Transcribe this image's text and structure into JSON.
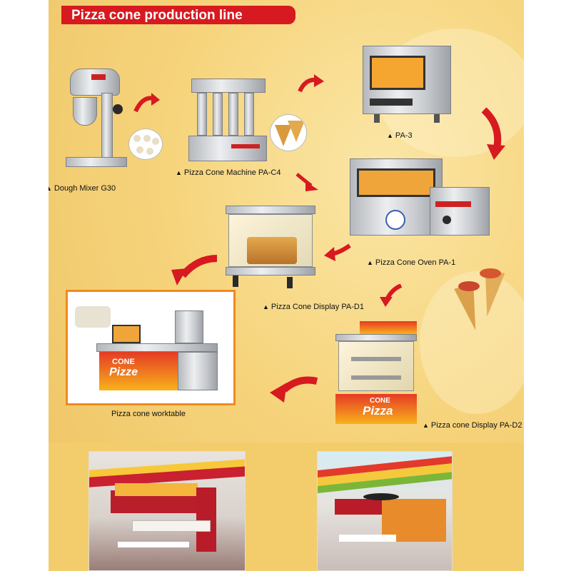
{
  "header": {
    "title": "Pizza cone production line"
  },
  "steps": {
    "mixer": {
      "label": "Dough Mixer G30"
    },
    "cone_machine": {
      "label": "Pizza Cone Machine PA-C4"
    },
    "pa3": {
      "label": "PA-3"
    },
    "oven": {
      "label": "Pizza Cone Oven PA-1"
    },
    "display_d1": {
      "label": "Pizza Cone Display PA-D1"
    },
    "display_d2": {
      "label": "Pizza cone Display PA-D2"
    },
    "worktable": {
      "label": "Pizza cone worktable"
    }
  },
  "signage": {
    "cone_word": "CONE",
    "pizza_word": "Pizza",
    "pizza_word_alt": "Pizze"
  },
  "bullet_glyph": "▲",
  "colors": {
    "accent_red": "#d71920",
    "background": "#f6d47c"
  }
}
